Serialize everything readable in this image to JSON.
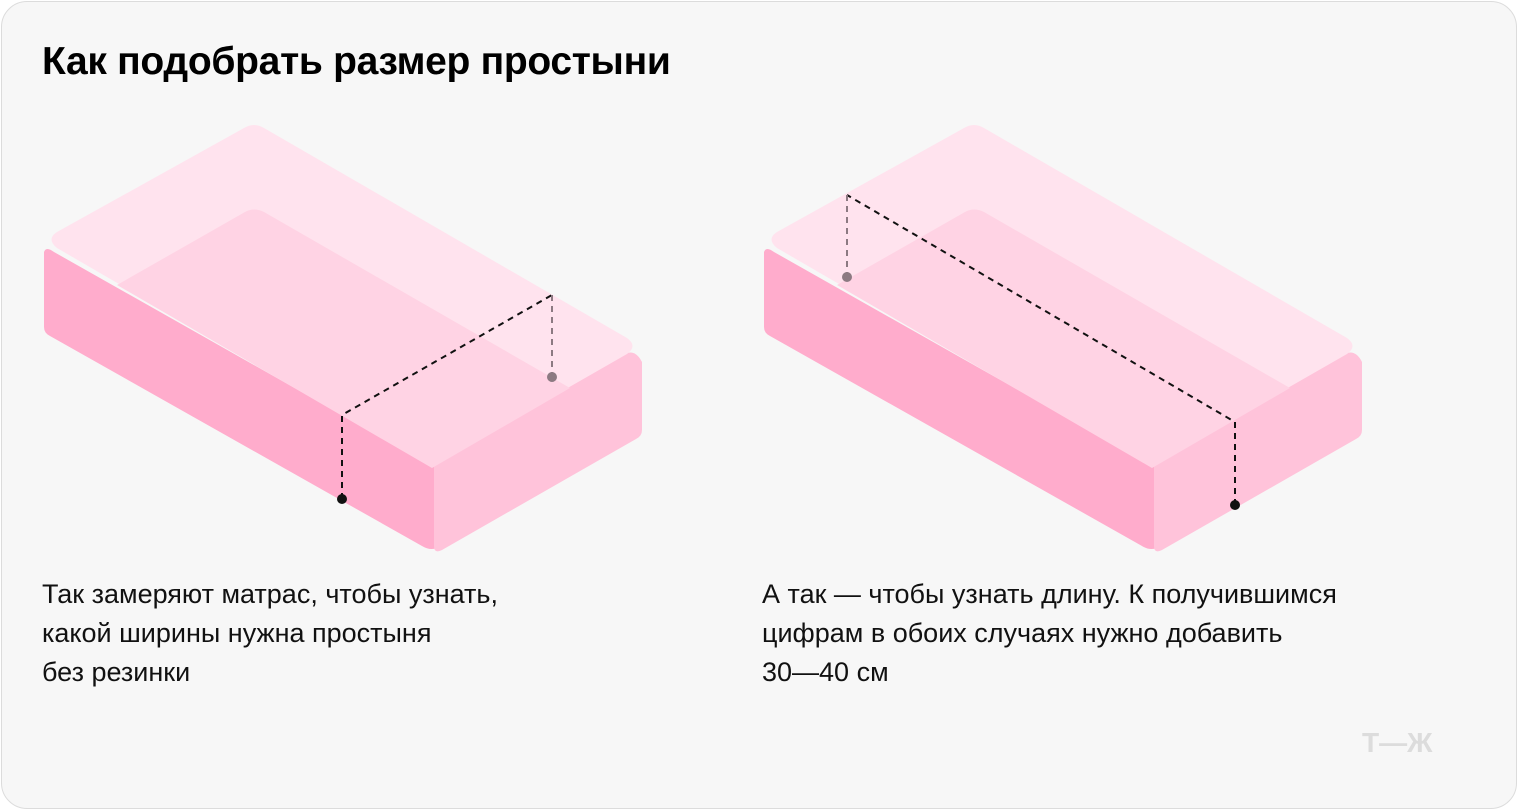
{
  "title": "Как подобрать размер простыни",
  "captions": {
    "width": "Так замеряют матрас, чтобы узнать,\nкакой ширины нужна простыня\nбез резинки",
    "length": "А так — чтобы узнать длину. К получившимся\nцифрам в обоих случаях нужно добавить\n30—40 см"
  },
  "logo": "Т—Ж",
  "colors": {
    "background": "#f7f7f7",
    "mattress_top": "#ffe3ee",
    "mattress_inner": "#ffd3e4",
    "mattress_side_front": "#ffaccc",
    "mattress_side_right": "#ffc3da",
    "measure_line": "#111111",
    "measure_hidden": "#8c7a82",
    "logo": "#dcdcdc"
  }
}
